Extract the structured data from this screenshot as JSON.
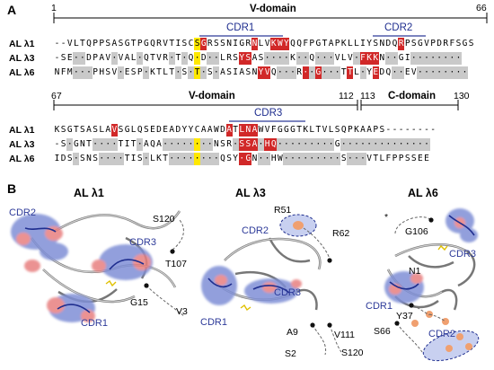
{
  "panel_a": {
    "letter": "A",
    "block1": {
      "start_num": "1",
      "end_num": "66",
      "domain_label": "V-domain",
      "cdr_labels": [
        "CDR1",
        "CDR2"
      ],
      "rows": [
        {
          "label": "AL λ1",
          "seq": "--VLTQPPSASGTPGQRVTISCSGRSSNIGRNLVKWYQQFPGTAPKLLIYSNDQRPSGVPDRFSGS"
        },
        {
          "label": "AL λ3",
          "seq": "-SE··DPAV·VAL·QTVR·T·Q·D··LRSYSAS····K··Q···VLV·FKKN··GI········"
        },
        {
          "label": "AL λ6",
          "seq": "NFM···PHSV·ESP·KTLT·S·T·S·ASIASNYVQ···R··G···TTL·YEDQ··EV········"
        }
      ]
    },
    "block2": {
      "start_num": "67",
      "v_end_num": "112",
      "c_start_num": "113",
      "end_num": "130",
      "domain_label_v": "V-domain",
      "domain_label_c": "C-domain",
      "cdr_labels": [
        "CDR3"
      ],
      "rows": [
        {
          "label": "AL λ1",
          "seq": "KSGTSASLAVSGLQSEDEADYYCAAWDATLNAWVFGGGTKLTVLSQPKAAPS--------"
        },
        {
          "label": "AL λ3",
          "seq": "-S·GNT····TIT·AQA········NSR·SSA·HQ·········G··············"
        },
        {
          "label": "AL λ6",
          "seq": "IDS·SNS····TIS·LKT········QSY·GN··HW·········S···VTLFPPSSEE"
        }
      ]
    }
  },
  "panel_b": {
    "letter": "B",
    "structures": [
      {
        "title": "AL λ1",
        "cdr_labels": [
          "CDR2",
          "CDR3",
          "CDR1"
        ],
        "residue_labels": [
          "S120",
          "T107",
          "G15",
          "V3"
        ]
      },
      {
        "title": "AL λ3",
        "cdr_labels": [
          "CDR2",
          "CDR3",
          "CDR1"
        ],
        "residue_labels": [
          "R51",
          "R62",
          "A9",
          "V111",
          "S2",
          "S120"
        ]
      },
      {
        "title": "AL λ6",
        "cdr_labels": [
          "CDR3",
          "CDR1",
          "CDR2"
        ],
        "residue_labels": [
          "*",
          "G106",
          "N1",
          "Y37",
          "S66"
        ]
      }
    ]
  },
  "colors": {
    "conserved_gray": "#c9c9c9",
    "mutation_red": "#d12828",
    "cysteine_yellow": "#ffe800",
    "cdr_blue": "#1f2e8f",
    "surface_blue": "#7f8fd6",
    "surface_red": "#e88080"
  }
}
